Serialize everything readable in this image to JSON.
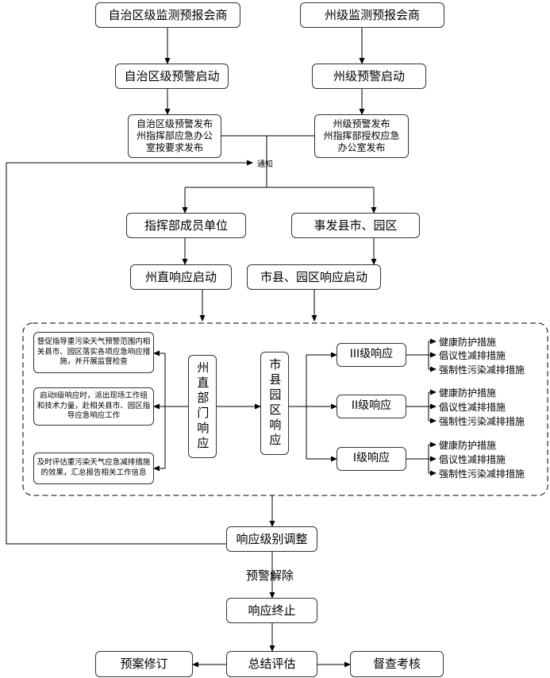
{
  "nodes": {
    "region_consult": "自治区级监测预报会商",
    "state_consult": "州级监测预报会商",
    "region_warning": "自治区级预警启动",
    "state_warning": "州级预警启动",
    "region_publish": "自治区级预警发布\n州指挥部应急办公\n室按要求发布",
    "state_publish": "州级预警发布\n州指挥部授权应急\n办公室发布",
    "member_units": "指挥部成员单位",
    "county_park": "事发县市、园区",
    "state_response_start": "州直响应启动",
    "county_response_start": "市县、园区响应启动",
    "task_supervise": "督促指导重污染天气预警范围内相关县市、园区落实各项应急响应措施，并开展监督检查",
    "task_level1": "启动I级响应时，派出现场工作组和技术力量，赴相关县市、园区指导应急响应工作",
    "task_evaluate": "及时评估重污染天气应急减排措施的效果，汇总报告相关工作信息",
    "state_dept_response": "州直部门响应",
    "county_park_response": "市县园区响应",
    "level3": "III级响应",
    "level2": "II级响应",
    "level1": "I级响应",
    "level_adjust": "响应级别调整",
    "response_end": "响应终止",
    "plan_revise": "预案修订",
    "summary": "总结评估",
    "inspection": "督查考核"
  },
  "labels": {
    "notify": "通知",
    "warning_lift": "预警解除"
  },
  "measures": {
    "health": "健康防护措施",
    "advisory": "倡议性减排措施",
    "mandatory": "强制性污染减排措施"
  }
}
